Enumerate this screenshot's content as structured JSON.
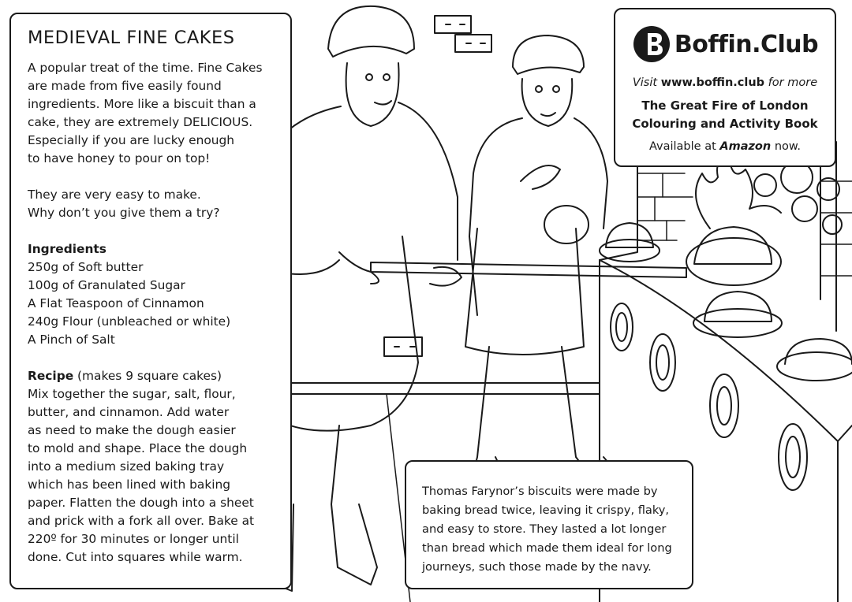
{
  "recipe": {
    "title": "MEDIEVAL FINE CAKES",
    "intro_lines": [
      "A popular treat of the time. Fine Cakes",
      "are made from five easily found",
      "ingredients. More like a biscuit than a",
      "cake, they are extremely DELICIOUS.",
      "Especially if you are lucky enough",
      "to have honey to pour on top!"
    ],
    "try_lines": [
      "They are very easy to make.",
      "Why don’t you give them a try?"
    ],
    "ingredients_heading": "Ingredients",
    "ingredients": [
      "250g of Soft butter",
      "100g of Granulated Sugar",
      "A Flat Teaspoon of Cinnamon",
      "240g Flour (unbleached or white)",
      "A Pinch of Salt"
    ],
    "method_heading": "Recipe",
    "method_heading_note": " (makes 9 square cakes)",
    "method_lines": [
      "Mix together the sugar, salt, flour,",
      "butter, and cinnamon. Add water",
      "as need to make the dough easier",
      "to mold and shape. Place the dough",
      "into a medium sized baking tray",
      "which has been lined with baking",
      "paper. Flatten the dough into a sheet",
      "and prick with a fork all over. Bake at",
      "220º for 30 minutes or longer until",
      "done. Cut into squares while warm."
    ]
  },
  "promo": {
    "logo_letter": "B",
    "logo_text": "Boffin.Club",
    "visit_prefix": "Visit ",
    "visit_url": "www.boffin.club",
    "visit_suffix": " for more",
    "book_line1": "The Great Fire of London",
    "book_line2": "Colouring and Activity Book",
    "avail_prefix": "Available at ",
    "avail_store": "Amazon",
    "avail_suffix": " now."
  },
  "fact": {
    "lines": [
      "Thomas Farynor’s biscuits were made by",
      "baking bread twice, leaving it crispy, flaky,",
      "and easy to store. They lasted a lot longer",
      "than bread which made them ideal for long",
      "journeys, such those made by the navy."
    ]
  },
  "colors": {
    "ink": "#1a1a1a",
    "paper": "#ffffff"
  }
}
